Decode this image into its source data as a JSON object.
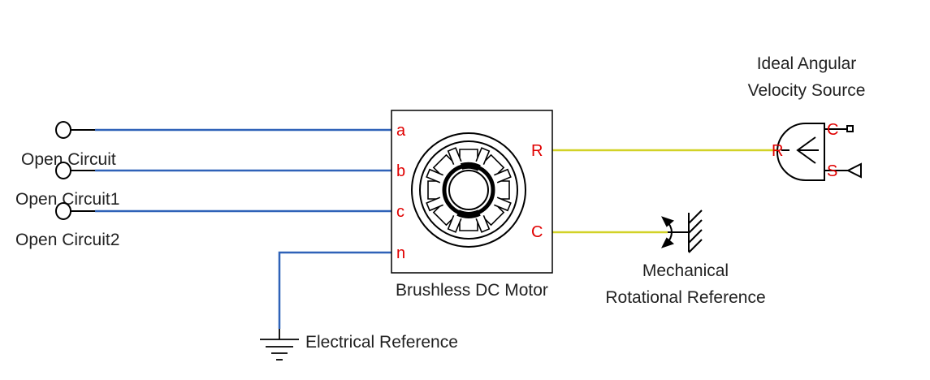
{
  "colors": {
    "electrical_wire": "#2f62b8",
    "mechanical_wire": "#d2d227",
    "port_label": "#e00000",
    "block_stroke": "#000000",
    "text": "#222222"
  },
  "blocks": {
    "open_circuit": {
      "label": "Open Circuit",
      "icon": "open-circuit-icon"
    },
    "open_circuit1": {
      "label": "Open Circuit1",
      "icon": "open-circuit-icon"
    },
    "open_circuit2": {
      "label": "Open Circuit2",
      "icon": "open-circuit-icon"
    },
    "motor": {
      "label": "Brushless DC Motor",
      "icon": "bldc-motor-icon",
      "ports": {
        "a": "a",
        "b": "b",
        "c": "c",
        "n": "n",
        "R": "R",
        "C": "C"
      }
    },
    "electrical_reference": {
      "label": "Electrical Reference",
      "icon": "ground-icon"
    },
    "mech_reference": {
      "label_line1": "Mechanical",
      "label_line2": "Rotational Reference",
      "icon": "mechanical-ground-icon"
    },
    "velocity_source": {
      "label_line1": "Ideal Angular",
      "label_line2": "Velocity Source",
      "icon": "velocity-source-icon",
      "ports": {
        "R": "R",
        "C": "C",
        "S": "S"
      }
    }
  }
}
